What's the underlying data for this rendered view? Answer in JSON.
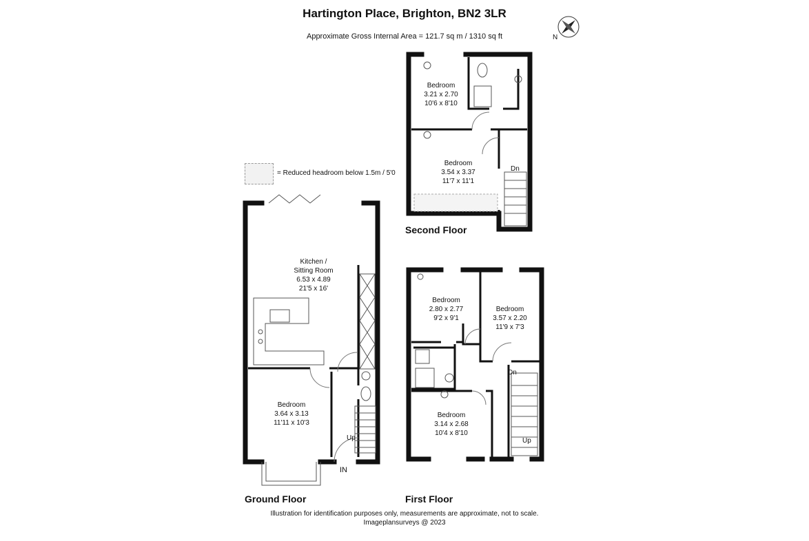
{
  "title": "Hartington Place, Brighton, BN2 3LR",
  "subtitle": "Approximate Gross Internal Area = 121.7 sq m / 1310 sq ft",
  "compass": {
    "label": "N",
    "icon": "compass-rose-icon"
  },
  "legend": {
    "text": "= Reduced headroom below 1.5m / 5'0"
  },
  "floors": {
    "ground": {
      "label": "Ground Floor",
      "rooms": [
        {
          "name": "Kitchen /",
          "name2": "Sitting Room",
          "metric": "6.53 x 4.89",
          "imperial": "21'5 x 16'"
        },
        {
          "name": "Bedroom",
          "metric": "3.64 x 3.13",
          "imperial": "11'11 x 10'3"
        }
      ],
      "stairs_label": "Up",
      "entrance_label": "IN"
    },
    "first": {
      "label": "First Floor",
      "rooms": [
        {
          "name": "Bedroom",
          "metric": "2.80 x 2.77",
          "imperial": "9'2 x 9'1"
        },
        {
          "name": "Bedroom",
          "metric": "3.57 x 2.20",
          "imperial": "11'9 x 7'3"
        },
        {
          "name": "Bedroom",
          "metric": "3.14 x 2.68",
          "imperial": "10'4 x 8'10"
        }
      ],
      "stairs_down": "Dn",
      "stairs_up": "Up"
    },
    "second": {
      "label": "Second Floor",
      "rooms": [
        {
          "name": "Bedroom",
          "metric": "3.21 x 2.70",
          "imperial": "10'6 x 8'10"
        },
        {
          "name": "Bedroom",
          "metric": "3.54 x 3.37",
          "imperial": "11'7 x 11'1"
        }
      ],
      "stairs_down": "Dn"
    }
  },
  "footer": {
    "line1": "Illustration for identification purposes only, measurements are approximate, not to scale.",
    "line2": "Imageplansurveys @ 2023"
  },
  "colors": {
    "wall": "#111111",
    "hatch": "#f0f0f0",
    "line": "#555555"
  }
}
